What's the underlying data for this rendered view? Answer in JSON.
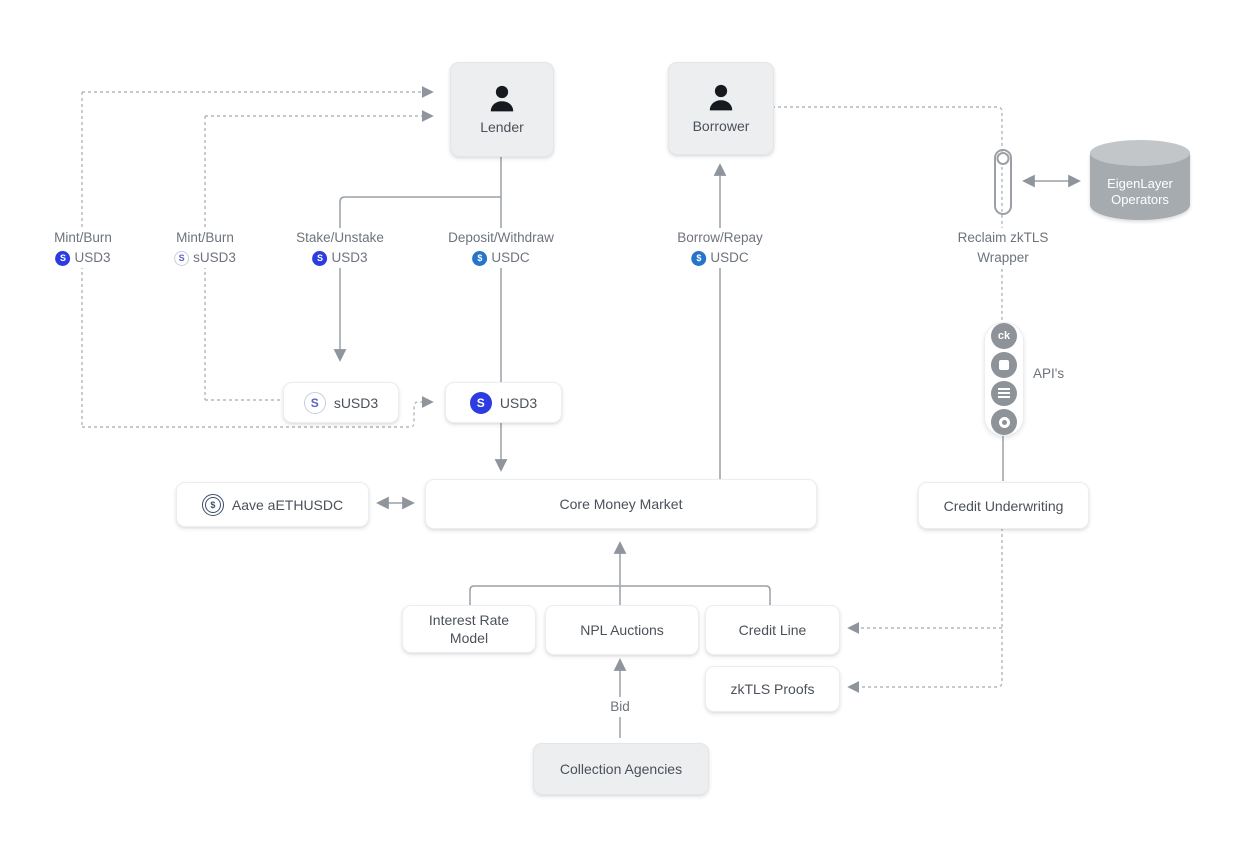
{
  "diagram_title": "Protocol architecture diagram",
  "colors": {
    "background": "#ffffff",
    "solid_line": "#9aa0a6",
    "dashed_line": "#b3b7bd",
    "arrowhead": "#8f959c",
    "gray_node_fill": "#eceef0",
    "white_node_fill": "#ffffff",
    "node_text": "#4b5159",
    "label_text": "#6e747c",
    "usd3_blue": "#2c3ce0",
    "usdc_blue": "#2775CA",
    "aave_navy": "#3d4e68",
    "cylinder_gray": "#a6abb0"
  },
  "nodes": {
    "lender": {
      "label": "Lender"
    },
    "borrower": {
      "label": "Borrower"
    },
    "eigenlayer": {
      "line1": "EigenLayer",
      "line2": "Operators"
    },
    "susd3_token": {
      "label": "sUSD3",
      "icon_glyph": "S"
    },
    "usd3_token": {
      "label": "USD3",
      "icon_glyph": "S"
    },
    "aave": {
      "label": "Aave aETHUSDC",
      "icon_glyph": "$"
    },
    "core_money_market": {
      "label": "Core Money Market"
    },
    "credit_underwriting": {
      "label": "Credit Underwriting"
    },
    "interest_rate_model": {
      "label": "Interest Rate Model"
    },
    "npl_auctions": {
      "label": "NPL Auctions"
    },
    "credit_line": {
      "label": "Credit Line"
    },
    "zktls_proofs": {
      "label": "zkTLS Proofs"
    },
    "collection_agencies": {
      "label": "Collection Agencies"
    }
  },
  "edge_labels": {
    "mint_burn_usd3": {
      "line1": "Mint/Burn",
      "token": "USD3",
      "token_glyph": "S"
    },
    "mint_burn_susd3": {
      "line1": "Mint/Burn",
      "token": "sUSD3",
      "token_glyph": "S"
    },
    "stake_unstake_usd3": {
      "line1": "Stake/Unstake",
      "token": "USD3",
      "token_glyph": "S"
    },
    "deposit_withdraw_usdc": {
      "line1": "Deposit/Withdraw",
      "token": "USDC",
      "token_glyph": "$"
    },
    "borrow_repay_usdc": {
      "line1": "Borrow/Repay",
      "token": "USDC",
      "token_glyph": "$"
    },
    "reclaim_zktls": {
      "line1": "Reclaim zkTLS",
      "line2": "Wrapper"
    },
    "apis": {
      "label": "API's"
    },
    "bid": {
      "label": "Bid"
    }
  },
  "api_icons": {
    "ck": {
      "glyph": "ck"
    }
  }
}
